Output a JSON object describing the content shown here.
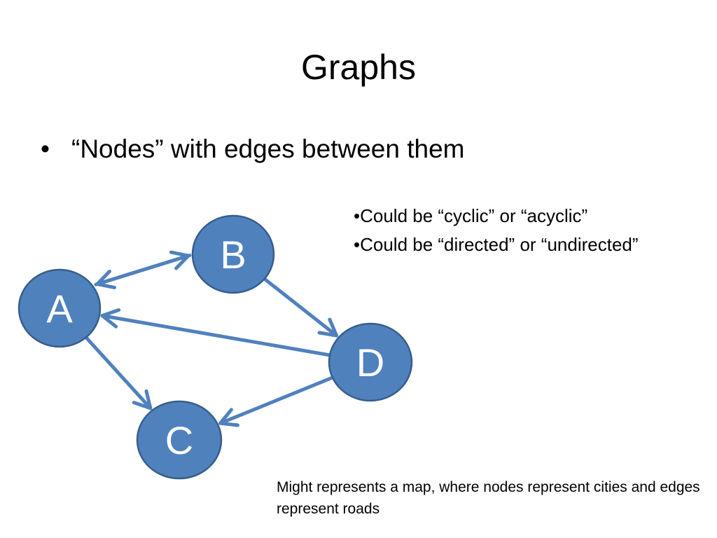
{
  "slide": {
    "title": "Graphs",
    "bullet_marker": "•",
    "bullet": "“Nodes” with edges between them"
  },
  "side_notes": [
    "•Could be “cyclic” or “acyclic”",
    "•Could be “directed” or “undirected”"
  ],
  "caption": "Might represents a map, where nodes represent cities and edges represent roads",
  "graph": {
    "nodes": [
      {
        "id": "A",
        "label": "A"
      },
      {
        "id": "B",
        "label": "B"
      },
      {
        "id": "C",
        "label": "C"
      },
      {
        "id": "D",
        "label": "D"
      }
    ],
    "edges": [
      {
        "from": "A",
        "to": "B"
      },
      {
        "from": "B",
        "to": "A"
      },
      {
        "from": "B",
        "to": "D"
      },
      {
        "from": "D",
        "to": "A"
      },
      {
        "from": "A",
        "to": "C"
      },
      {
        "from": "D",
        "to": "C"
      }
    ],
    "colors": {
      "node_fill": "#4F81BD",
      "node_stroke": "#385D8A",
      "edge": "#4F81BD",
      "label": "#FFFFFF"
    }
  }
}
